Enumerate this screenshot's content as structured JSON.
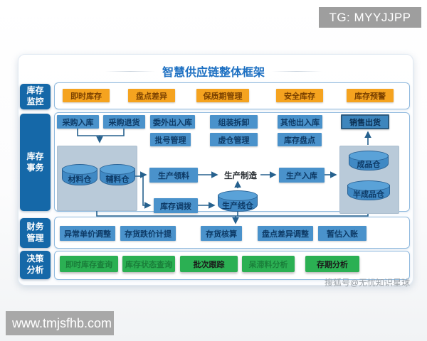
{
  "badge": {
    "tg": "TG: MYYJJPP"
  },
  "title": "智慧供应链整体框架",
  "rows": {
    "monitoring": {
      "label": "库存\n监控",
      "items": [
        "即时库存",
        "盘点差异",
        "保质期管理",
        "安全库存",
        "库存预警"
      ]
    },
    "transactions": {
      "label": "库存\n事务",
      "docs": [
        "采购入库",
        "采购退货",
        "委外出入库",
        "组装拆卸",
        "其他出入库",
        "销售出货",
        "批号管理",
        "虚仓管理",
        "库存盘点"
      ],
      "warehouses": [
        "材料仓",
        "辅料仓",
        "生产线仓",
        "成品仓",
        "半成品仓"
      ],
      "process": [
        "生产领料",
        "生产制造",
        "生产入库",
        "库存调拨"
      ]
    },
    "finance": {
      "label": "财务\n管理",
      "items": [
        "异常单价调整",
        "存货跌价计提",
        "存货核算",
        "盘点差异调整",
        "暂估入账"
      ]
    },
    "analysis": {
      "label": "决策\n分析",
      "items": [
        "即时库存查询",
        "库存状态查询",
        "批次跟踪",
        "呆滞料分析",
        "存期分析"
      ]
    }
  },
  "watermarks": {
    "site": "www.tmjsfhb.com",
    "sohu": "搜狐号@无忧知识星球"
  },
  "colors": {
    "title_blue": "#1d70c2",
    "lane_label_blue": "#1568a8",
    "doc_blue": "#4a92cb",
    "monitor_orange": "#f5a31f",
    "analysis_green": "#2bb053",
    "container_gray_blue": "#b9cad9",
    "connector_blue": "#26618e"
  }
}
